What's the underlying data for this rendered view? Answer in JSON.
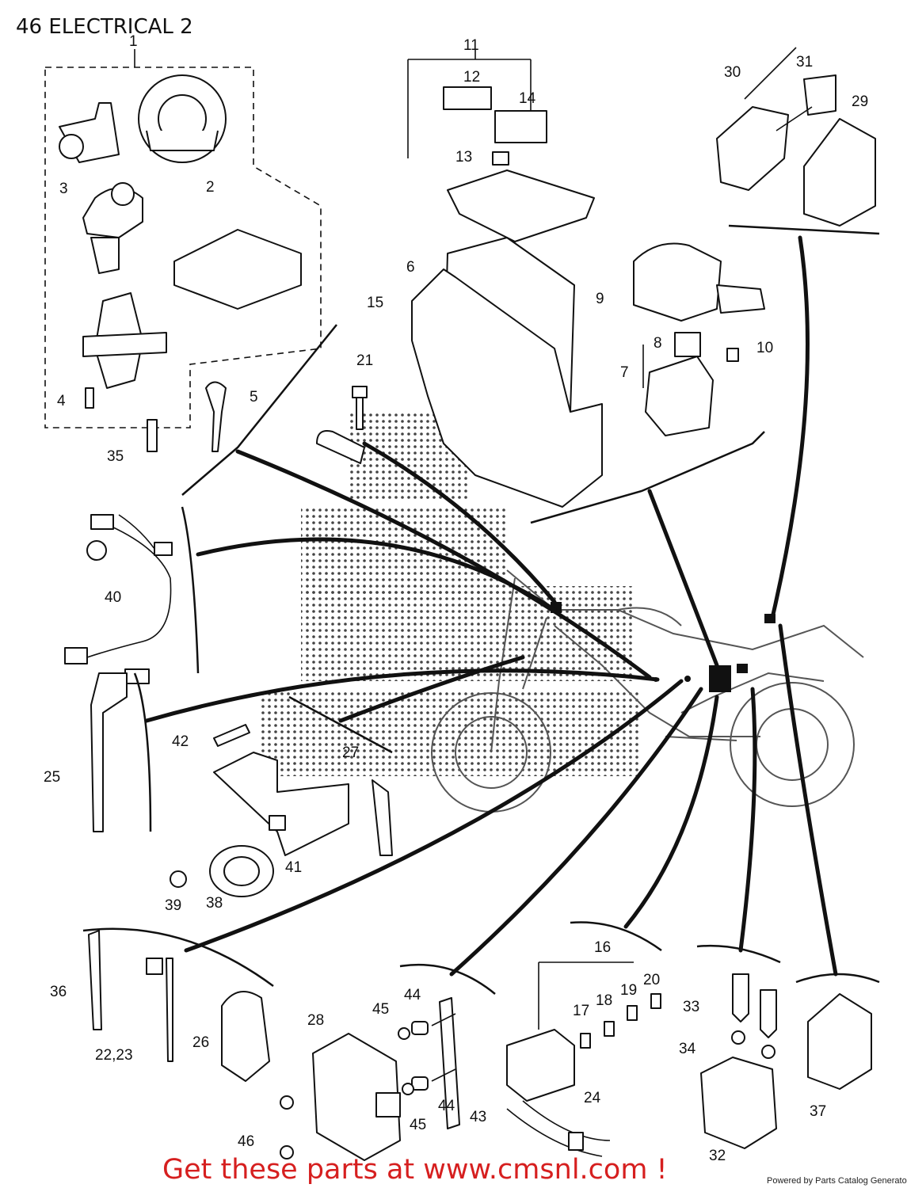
{
  "title": "46 ELECTRICAL 2",
  "promo_text": "Get these parts at www.cmsnl.com !",
  "credit_text": "Powered by Parts Catalog Generator",
  "callouts": {
    "c1": "1",
    "c2": "2",
    "c3": "3",
    "c4": "4",
    "c5": "5",
    "c6": "6",
    "c7": "7",
    "c8": "8",
    "c9": "9",
    "c10": "10",
    "c11": "11",
    "c12": "12",
    "c13": "13",
    "c14": "14",
    "c15": "15",
    "c16": "16",
    "c17": "17",
    "c18": "18",
    "c19": "19",
    "c20": "20",
    "c21": "21",
    "c22_23": "22,23",
    "c24": "24",
    "c25": "25",
    "c26": "26",
    "c27": "27",
    "c28": "28",
    "c29": "29",
    "c30": "30",
    "c31": "31",
    "c32": "32",
    "c33": "33",
    "c34": "34",
    "c35": "35",
    "c36": "36",
    "c37": "37",
    "c38": "38",
    "c39": "39",
    "c40": "40",
    "c41": "41",
    "c42": "42",
    "c43": "43",
    "c44a": "44",
    "c44b": "44",
    "c45a": "45",
    "c45b": "45",
    "c46": "46"
  },
  "colors": {
    "ink": "#111111",
    "promo": "#d61f1f",
    "watermark": "#444444",
    "background": "#ffffff"
  }
}
